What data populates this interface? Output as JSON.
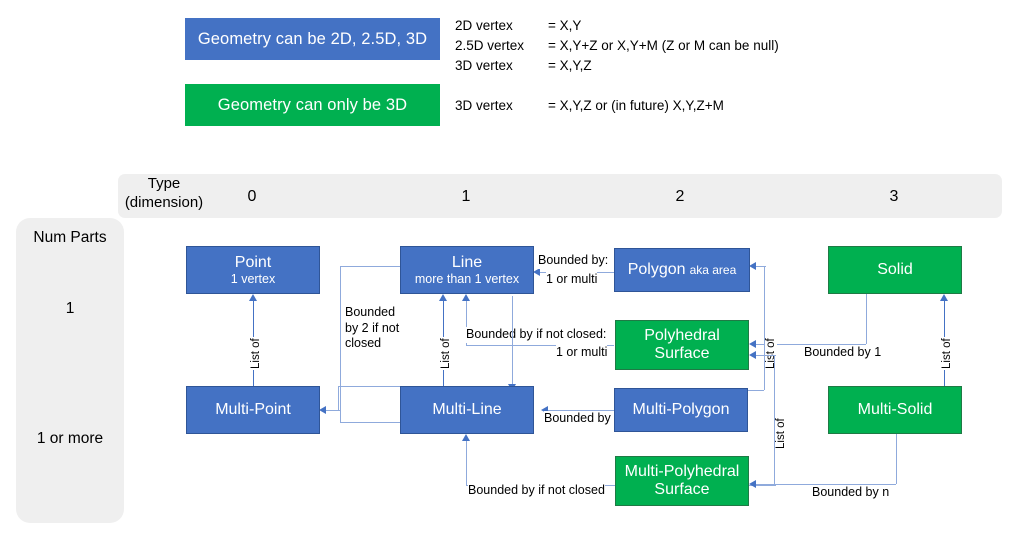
{
  "legend": {
    "items": [
      {
        "label": "Geometry can be 2D, 2.5D, 3D",
        "color": "#4472C4",
        "rows": [
          {
            "term": "2D vertex",
            "definition": "= X,Y"
          },
          {
            "term": "2.5D vertex",
            "definition": "= X,Y+Z  or X,Y+M (Z or M can be null)"
          },
          {
            "term": "3D vertex",
            "definition": "= X,Y,Z"
          }
        ]
      },
      {
        "label": "Geometry can only be 3D",
        "color": "#00B050",
        "rows": [
          {
            "term": "3D vertex",
            "definition": "= X,Y,Z or (in future) X,Y,Z+M"
          }
        ]
      }
    ]
  },
  "matrix": {
    "column_axis_label_line1": "Type",
    "column_axis_label_line2": "(dimension)",
    "columns": [
      "0",
      "1",
      "2",
      "3"
    ],
    "row_axis_label": "Num Parts",
    "rows": [
      "1",
      "1 or more"
    ]
  },
  "nodes": [
    {
      "id": "point",
      "title": "Point",
      "subtitle": "1 vertex",
      "color": "#4472C4"
    },
    {
      "id": "line",
      "title": "Line",
      "subtitle": "more than 1 vertex",
      "color": "#4472C4"
    },
    {
      "id": "polygon",
      "title": "Polygon",
      "subtitle": "aka area",
      "color": "#4472C4"
    },
    {
      "id": "solid",
      "title": "Solid",
      "subtitle": "",
      "color": "#00B050"
    },
    {
      "id": "polyhedral",
      "title": "Polyhedral",
      "subtitle": "Surface",
      "color": "#00B050"
    },
    {
      "id": "multi-point",
      "title": "Multi-Point",
      "subtitle": "",
      "color": "#4472C4"
    },
    {
      "id": "multi-line",
      "title": "Multi-Line",
      "subtitle": "",
      "color": "#4472C4"
    },
    {
      "id": "multi-polygon",
      "title": "Multi-Polygon",
      "subtitle": "",
      "color": "#4472C4"
    },
    {
      "id": "multi-solid",
      "title": "Multi-Solid",
      "subtitle": "",
      "color": "#00B050"
    },
    {
      "id": "multi-polyhedral",
      "title": "Multi-Polyhedral",
      "subtitle": "Surface",
      "color": "#00B050"
    }
  ],
  "edge_labels": {
    "bounded_by_1_or_multi_l1": "Bounded by:",
    "bounded_by_1_or_multi_l2": "1 or multi",
    "bounded_by_2_if_not_closed": "Bounded by 2 if not closed",
    "bounded_by_if_not_closed_l1": "Bounded by if not closed:",
    "bounded_by_if_not_closed_l2": "1 or multi",
    "bounded_by_1": "Bounded by 1",
    "bounded_by": "Bounded by",
    "bounded_by_if_not_closed": "Bounded by if not closed",
    "bounded_by_n": "Bounded by n",
    "list_of": "List of"
  }
}
